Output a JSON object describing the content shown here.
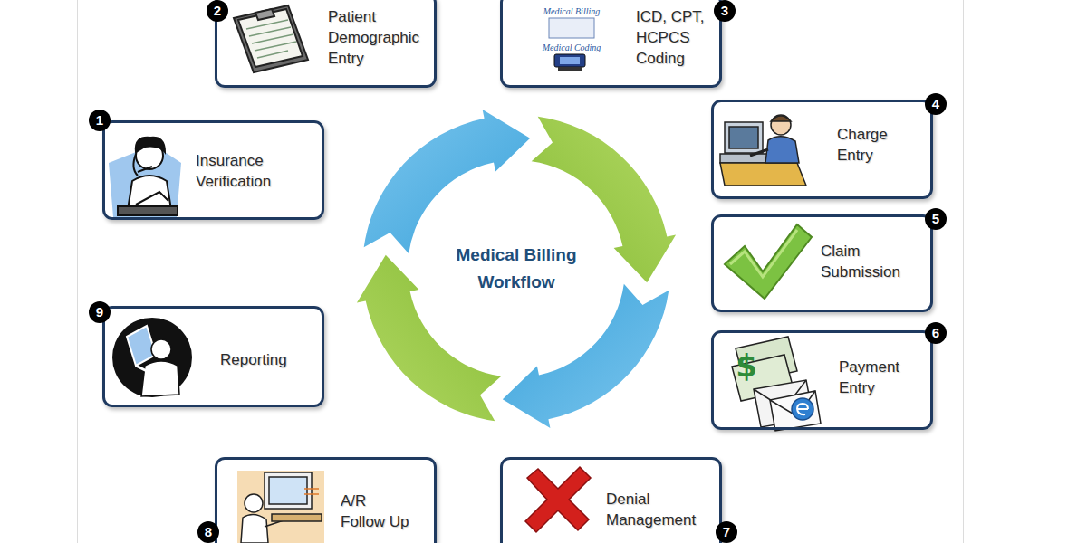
{
  "diagram": {
    "nodes": [
      {
        "text": [
          "Insurance Verification"
        ]
      },
      {
        "text": [
          "Patient Demographic Entry"
        ]
      },
      {
        "text": [
          "ICD, CPT, HCPCS Coding"
        ]
      },
      {
        "text": [
          "Charge Entry"
        ]
      },
      {
        "text": [
          "Claim Submission"
        ]
      },
      {
        "text": [
          "Payment Entry"
        ]
      },
      {
        "text": [
          "Denial Management"
        ]
      },
      {
        "text": [
          "A/R Follow Up"
        ]
      },
      {
        "text": [
          "Reporting"
        ]
      }
    ],
    "labels": [
      "1",
      "2",
      "3",
      "4",
      "5",
      "6",
      "7",
      "8",
      "9",
      "Medical Billing Workflow",
      "Medical Billing",
      "Medical Coding",
      "$"
    ]
  }
}
